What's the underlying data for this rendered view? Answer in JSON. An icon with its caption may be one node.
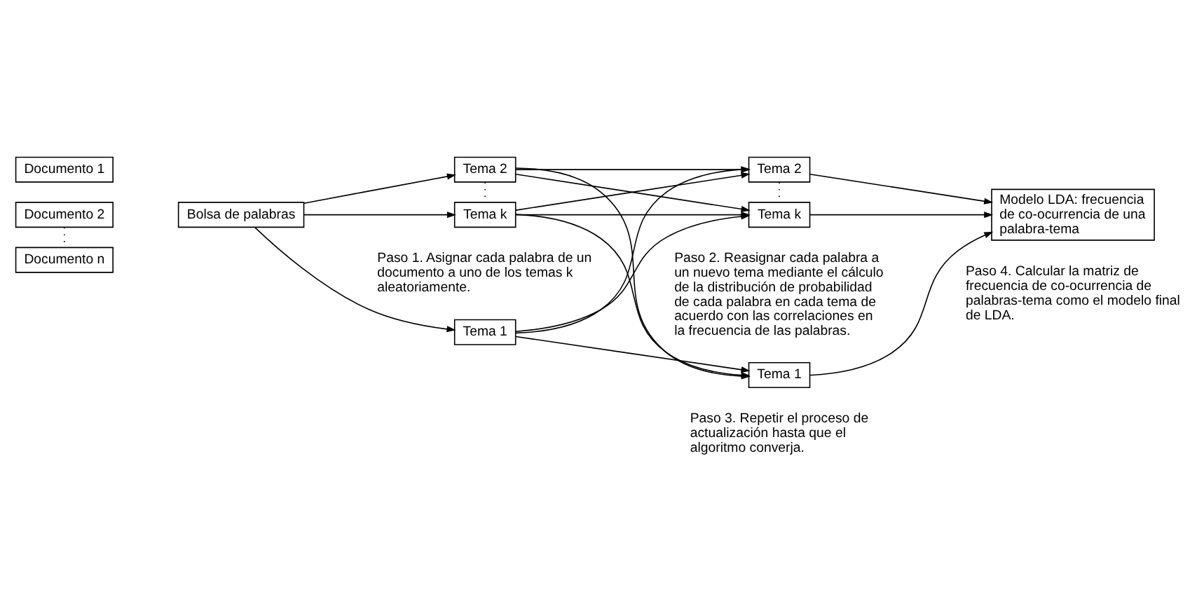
{
  "diagram": {
    "nodes": [
      {
        "text": [
          "Documento 1"
        ]
      },
      {
        "text": [
          "Documento 2"
        ]
      },
      {
        "text": [
          "Documento n"
        ]
      },
      {
        "text": [
          "Bolsa de palabras"
        ]
      },
      {
        "text": [
          "Tema 1"
        ]
      },
      {
        "text": [
          "Tema 2"
        ]
      },
      {
        "text": [
          "Tema k"
        ]
      },
      {
        "text": [
          "Tema 1"
        ]
      },
      {
        "text": [
          "Tema 2"
        ]
      },
      {
        "text": [
          "Tema k"
        ]
      },
      {
        "text": [
          "Modelo LDA: frecuencia de co-ocurrencia de una palabra-tema"
        ]
      }
    ],
    "edges": [
      {
        "from": 1,
        "to": 2,
        "arrow": "none",
        "style": "dashed"
      },
      {
        "from": 3,
        "to": 4,
        "arrow": "to"
      },
      {
        "from": 3,
        "to": 5,
        "arrow": "to"
      },
      {
        "from": 3,
        "to": 6,
        "arrow": "to"
      },
      {
        "from": 5,
        "to": 6,
        "arrow": "none",
        "style": "dashed"
      },
      {
        "from": 4,
        "to": 7,
        "arrow": "to"
      },
      {
        "from": 4,
        "to": 8,
        "arrow": "to"
      },
      {
        "from": 4,
        "to": 9,
        "arrow": "to"
      },
      {
        "from": 5,
        "to": 7,
        "arrow": "to"
      },
      {
        "from": 5,
        "to": 8,
        "arrow": "to"
      },
      {
        "from": 5,
        "to": 9,
        "arrow": "to"
      },
      {
        "from": 6,
        "to": 7,
        "arrow": "to"
      },
      {
        "from": 6,
        "to": 8,
        "arrow": "to"
      },
      {
        "from": 6,
        "to": 9,
        "arrow": "to"
      },
      {
        "from": 8,
        "to": 9,
        "arrow": "none",
        "style": "dashed"
      },
      {
        "from": 7,
        "to": 10,
        "arrow": "to"
      },
      {
        "from": 8,
        "to": 10,
        "arrow": "to"
      },
      {
        "from": 9,
        "to": 10,
        "arrow": "to"
      }
    ],
    "labels": [
      "Paso 1. Asignar cada palabra de un documento a uno de los temas k aleatoriamente.",
      "Paso 2. Reasignar cada palabra a un nuevo tema mediante el cálculo de la distribución de probabilidad de cada palabra en cada tema de acuerdo con las correlaciones en la frecuencia de las palabras.",
      "Paso 3. Repetir el proceso de actualización hasta que el algoritmo converja.",
      "Paso 4. Calcular la matriz de frecuencia de co-ocurrencia de palabras-tema como el modelo final de LDA."
    ]
  }
}
